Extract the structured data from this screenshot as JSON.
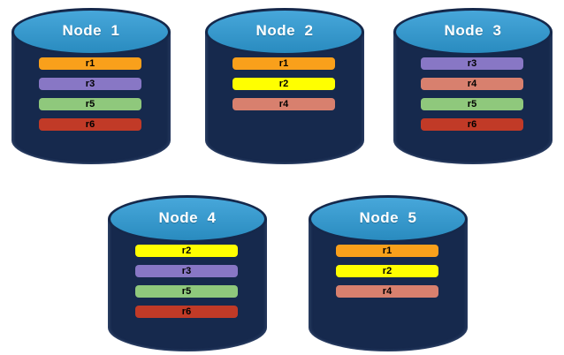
{
  "colors": {
    "cylinder_top": "#2E9BD5",
    "cylinder_body": "#16294D",
    "cylinder_outline": "#15284B",
    "background": "#FFFFFF",
    "bar_text": "#000000",
    "title_text": "#FFFFFF"
  },
  "replica_colors": {
    "r1": "#F9A01B",
    "r2": "#FFFF00",
    "r3": "#8877C5",
    "r4": "#D8806E",
    "r5": "#8FC87C",
    "r6": "#C13A27"
  },
  "nodes": [
    {
      "title": "Node  1",
      "replicas": [
        {
          "label": "r1",
          "color": "#F9A01B"
        },
        {
          "label": "r3",
          "color": "#8877C5"
        },
        {
          "label": "r5",
          "color": "#8FC87C"
        },
        {
          "label": "r6",
          "color": "#C13A27"
        }
      ]
    },
    {
      "title": "Node  2",
      "replicas": [
        {
          "label": "r1",
          "color": "#F9A01B"
        },
        {
          "label": "r2",
          "color": "#FFFF00"
        },
        {
          "label": "r4",
          "color": "#D8806E"
        }
      ]
    },
    {
      "title": "Node  3",
      "replicas": [
        {
          "label": "r3",
          "color": "#8877C5"
        },
        {
          "label": "r4",
          "color": "#D8806E"
        },
        {
          "label": "r5",
          "color": "#8FC87C"
        },
        {
          "label": "r6",
          "color": "#C13A27"
        }
      ]
    },
    {
      "title": "Node  4",
      "replicas": [
        {
          "label": "r2",
          "color": "#FFFF00"
        },
        {
          "label": "r3",
          "color": "#8877C5"
        },
        {
          "label": "r5",
          "color": "#8FC87C"
        },
        {
          "label": "r6",
          "color": "#C13A27"
        }
      ]
    },
    {
      "title": "Node  5",
      "replicas": [
        {
          "label": "r1",
          "color": "#F9A01B"
        },
        {
          "label": "r2",
          "color": "#FFFF00"
        },
        {
          "label": "r4",
          "color": "#D8806E"
        }
      ]
    }
  ]
}
